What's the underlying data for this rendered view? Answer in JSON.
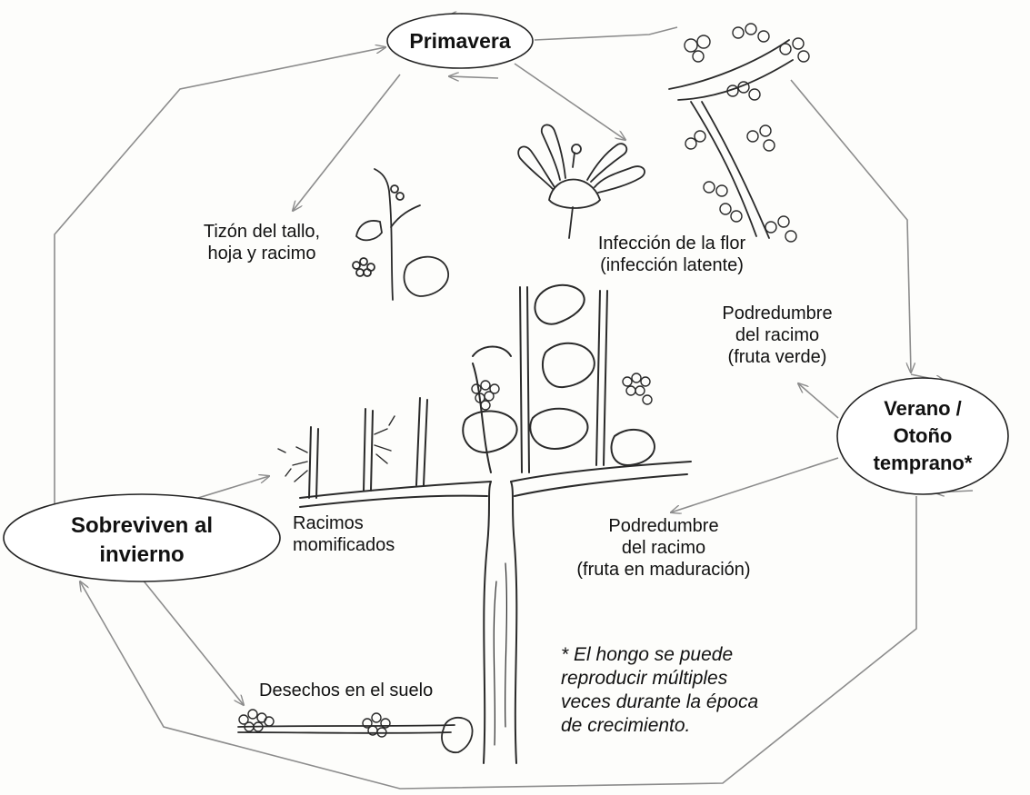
{
  "stages": {
    "spring": "Primavera",
    "summer_line1": "Verano /",
    "summer_line2": "Otoño",
    "summer_line3": "temprano*",
    "winter_line1": "Sobreviven al",
    "winter_line2": "invierno"
  },
  "labels": {
    "blight_line1": "Tizón del tallo,",
    "blight_line2": "hoja y racimo",
    "flower_line1": "Infección de la flor",
    "flower_line2": "(infección latente)",
    "rot_green_line1": "Podredumbre",
    "rot_green_line2": "del racimo",
    "rot_green_line3": "(fruta verde)",
    "rot_ripe_line1": "Podredumbre",
    "rot_ripe_line2": "del racimo",
    "rot_ripe_line3": "(fruta en maduración)",
    "mummies_line1": "Racimos",
    "mummies_line2": "momificados",
    "debris": "Desechos en el suelo"
  },
  "footnote": {
    "line1": "* El hongo se puede",
    "line2": "reproducir múltiples",
    "line3": "veces durante la época",
    "line4": "de crecimiento."
  },
  "colors": {
    "arrow": "#8c8c8c",
    "ink": "#2a2a2a",
    "paper": "#fdfdfb"
  }
}
